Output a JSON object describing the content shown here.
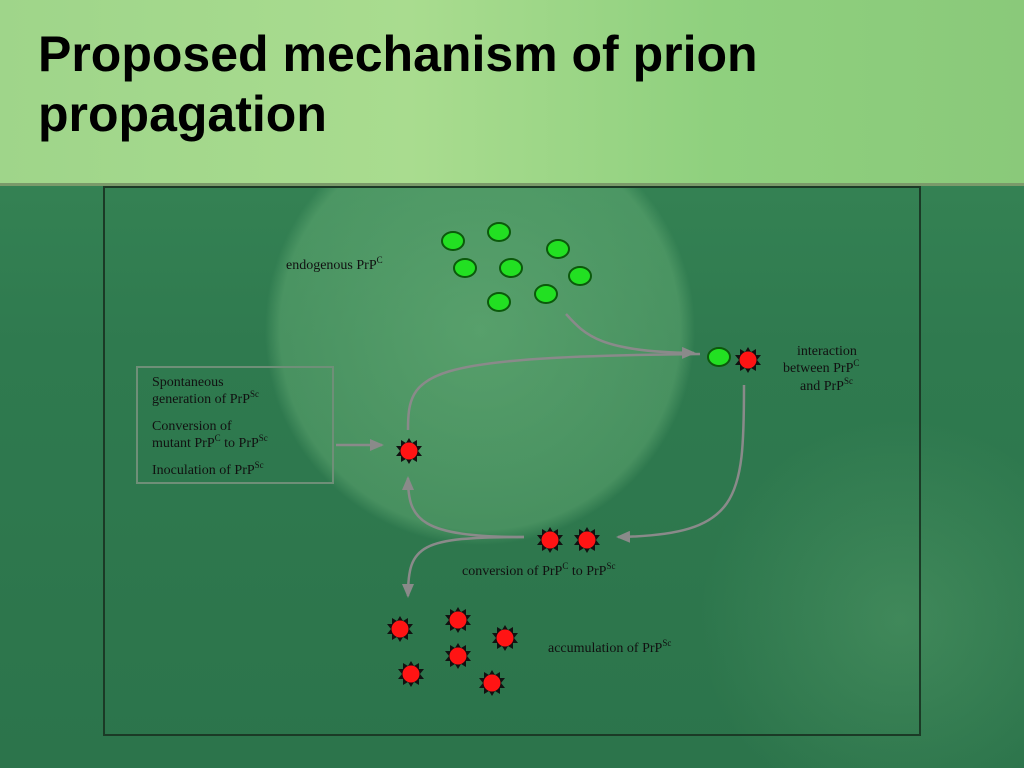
{
  "slide": {
    "title": "Proposed mechanism of prion propagation"
  },
  "diagram": {
    "labels": {
      "endogenous": {
        "text": "endogenous PrP",
        "sup": "C"
      },
      "interaction_line1": "interaction",
      "interaction_line2": {
        "text": "between PrP",
        "sup": "C"
      },
      "interaction_line3": {
        "text": "and PrP",
        "sup": "Sc"
      },
      "conversion": {
        "pre": "conversion of PrP",
        "sup1": "C",
        "mid": " to PrP",
        "sup2": "Sc"
      },
      "accumulation": {
        "text": "accumulation of PrP",
        "sup": "Sc"
      }
    },
    "sources_box": {
      "item1_line1": "Spontaneous",
      "item1_line2": {
        "text": "generation of PrP",
        "sup": "Sc"
      },
      "item2_line1": "Conversion of",
      "item2_line2": {
        "pre": "mutant PrP",
        "sup1": "C",
        "mid": " to PrP",
        "sup2": "Sc"
      },
      "item3": {
        "text": "Inoculation of PrP",
        "sup": "Sc"
      }
    },
    "colors": {
      "prp_c": "#22e022",
      "prp_sc": "#ff1414",
      "arrow": "#8a8a8a"
    },
    "symbols": {
      "prp_c": "green-circle",
      "prp_sc": "red-starburst"
    }
  }
}
